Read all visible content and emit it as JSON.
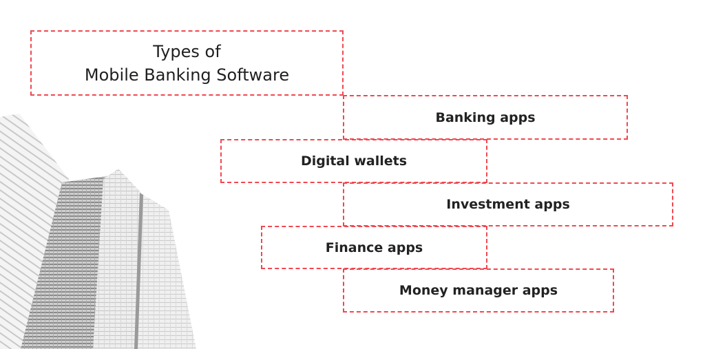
{
  "title": {
    "line1": "Types of",
    "line2": "Mobile Banking Software"
  },
  "items": [
    {
      "label": "Banking apps"
    },
    {
      "label": "Digital wallets"
    },
    {
      "label": "Investment apps"
    },
    {
      "label": "Finance apps"
    },
    {
      "label": "Money manager apps"
    }
  ],
  "colors": {
    "accent": "#f0474f",
    "text": "#222222"
  }
}
